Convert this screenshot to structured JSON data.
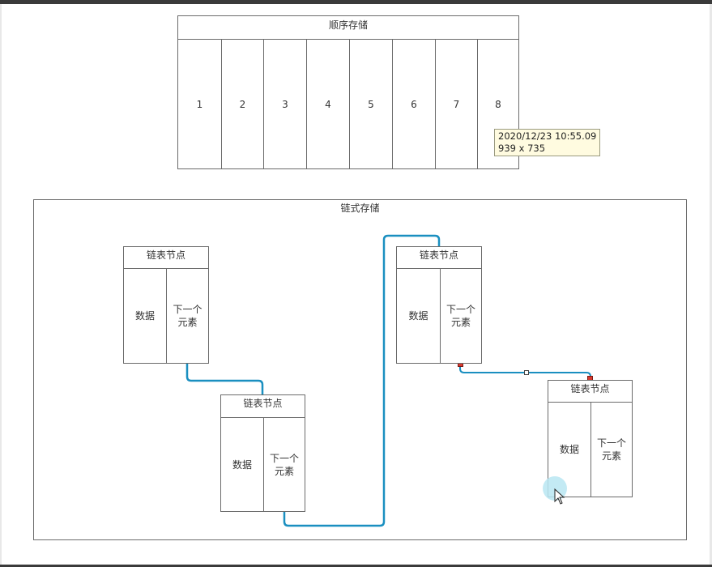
{
  "sequential": {
    "title": "顺序存储",
    "cells": [
      "1",
      "2",
      "3",
      "4",
      "5",
      "6",
      "7",
      "8"
    ]
  },
  "tooltip": {
    "timestamp": "2020/12/23 10:55.09",
    "size": "939 x 735"
  },
  "linked": {
    "title": "链式存储",
    "nodes": [
      {
        "title": "链表节点",
        "data_label": "数据",
        "next_label_line1": "下一个",
        "next_label_line2": "元素"
      },
      {
        "title": "链表节点",
        "data_label": "数据",
        "next_label_line1": "下一个",
        "next_label_line2": "元素"
      },
      {
        "title": "链表节点",
        "data_label": "数据",
        "next_label_line1": "下一个",
        "next_label_line2": "元素"
      },
      {
        "title": "链表节点",
        "data_label": "数据",
        "next_label_line1": "下一个",
        "next_label_line2": "元素"
      }
    ]
  },
  "colors": {
    "connector": "#1a8fc0",
    "handle_red": "#d63a2f",
    "tooltip_bg": "#fffbe0",
    "cursor_highlight": "#b9e6f2"
  }
}
